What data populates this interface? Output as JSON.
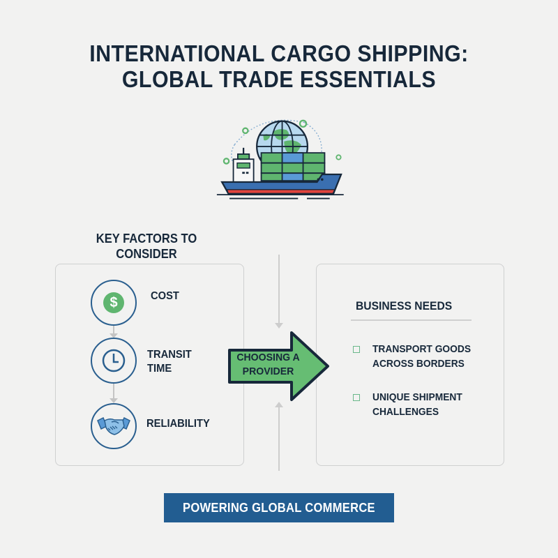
{
  "title": {
    "line1": "INTERNATIONAL CARGO SHIPPING:",
    "line2": "GLOBAL TRADE ESSENTIALS"
  },
  "illustration": {
    "icon": "cargo-ship-with-globe-icon",
    "colors": {
      "hull": "#3a6fb0",
      "hull_stripe": "#e0443e",
      "containers": "#5fb56f",
      "container_accent": "#5a9ad6",
      "globe_water": "#b7d8ee",
      "globe_land": "#5fb56f",
      "outline": "#17283a"
    }
  },
  "key_factors": {
    "heading_line1": "KEY FACTORS TO",
    "heading_line2": "CONSIDER",
    "items": [
      {
        "icon": "dollar-icon",
        "label": "COST"
      },
      {
        "icon": "clock-icon",
        "label_line1": "TRANSIT",
        "label_line2": "TIME"
      },
      {
        "icon": "handshake-icon",
        "label": "RELIABILITY"
      }
    ]
  },
  "center_arrow": {
    "line1": "CHOOSING A",
    "line2": "PROVIDER",
    "fill": "#66bd73",
    "outline": "#17283a"
  },
  "business_needs": {
    "title": "BUSINESS NEEDS",
    "items": [
      {
        "line1": "TRANSPORT GOODS",
        "line2": "ACROSS BORDERS"
      },
      {
        "line1": "UNIQUE SHIPMENT",
        "line2": "CHALLENGES"
      }
    ]
  },
  "footer": {
    "label": "POWERING GLOBAL COMMERCE",
    "color": "#225d91"
  },
  "colors": {
    "background": "#f2f2f1",
    "text": "#17283a",
    "accent_blue": "#2a5f8f",
    "accent_green": "#5fb56f",
    "panel_border": "#cfd0d0"
  }
}
